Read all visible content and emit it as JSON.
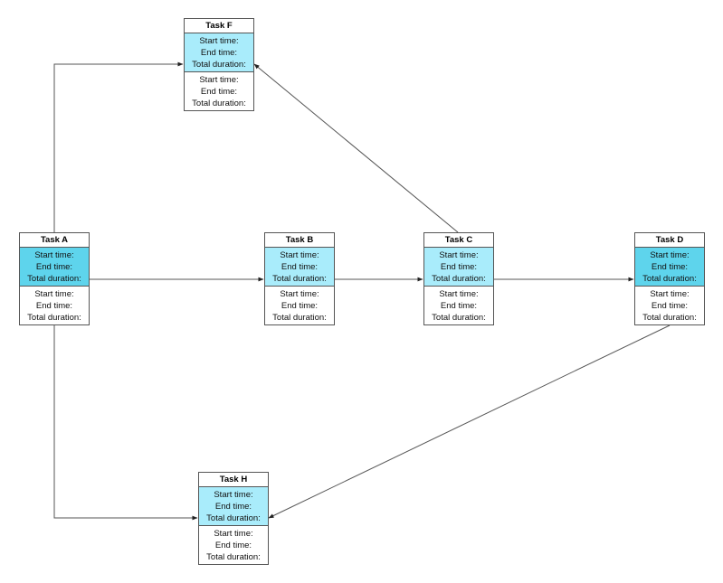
{
  "colors": {
    "line": "#555555",
    "fill_highlight": "#5ed4ec",
    "fill_light": "#a9ecfb",
    "fill_plain": "#ffffff"
  },
  "tasks": [
    {
      "id": "A",
      "title": "Task A",
      "fill": "fill_highlight",
      "top": [
        "Start time:",
        "End time:",
        "Total duration:"
      ],
      "bottom": [
        "Start time:",
        "End time:",
        "Total duration:"
      ]
    },
    {
      "id": "B",
      "title": "Task B",
      "fill": "fill_light",
      "top": [
        "Start time:",
        "End time:",
        "Total duration:"
      ],
      "bottom": [
        "Start time:",
        "End time:",
        "Total duration:"
      ]
    },
    {
      "id": "C",
      "title": "Task C",
      "fill": "fill_light",
      "top": [
        "Start time:",
        "End time:",
        "Total duration:"
      ],
      "bottom": [
        "Start time:",
        "End time:",
        "Total duration:"
      ]
    },
    {
      "id": "D",
      "title": "Task D",
      "fill": "fill_highlight",
      "top": [
        "Start time:",
        "End time:",
        "Total duration:"
      ],
      "bottom": [
        "Start time:",
        "End time:",
        "Total duration:"
      ]
    },
    {
      "id": "F",
      "title": "Task F",
      "fill": "fill_light",
      "top": [
        "Start time:",
        "End time:",
        "Total duration:"
      ],
      "bottom": [
        "Start time:",
        "End time:",
        "Total duration:"
      ]
    },
    {
      "id": "H",
      "title": "Task H",
      "fill": "fill_light",
      "top": [
        "Start time:",
        "End time:",
        "Total duration:"
      ],
      "bottom": [
        "Start time:",
        "End time:",
        "Total duration:"
      ]
    }
  ],
  "edges": [
    {
      "from": "A",
      "to": "F"
    },
    {
      "from": "A",
      "to": "B"
    },
    {
      "from": "A",
      "to": "H"
    },
    {
      "from": "B",
      "to": "C"
    },
    {
      "from": "C",
      "to": "D"
    },
    {
      "from": "C",
      "to": "F"
    },
    {
      "from": "D",
      "to": "H"
    }
  ]
}
